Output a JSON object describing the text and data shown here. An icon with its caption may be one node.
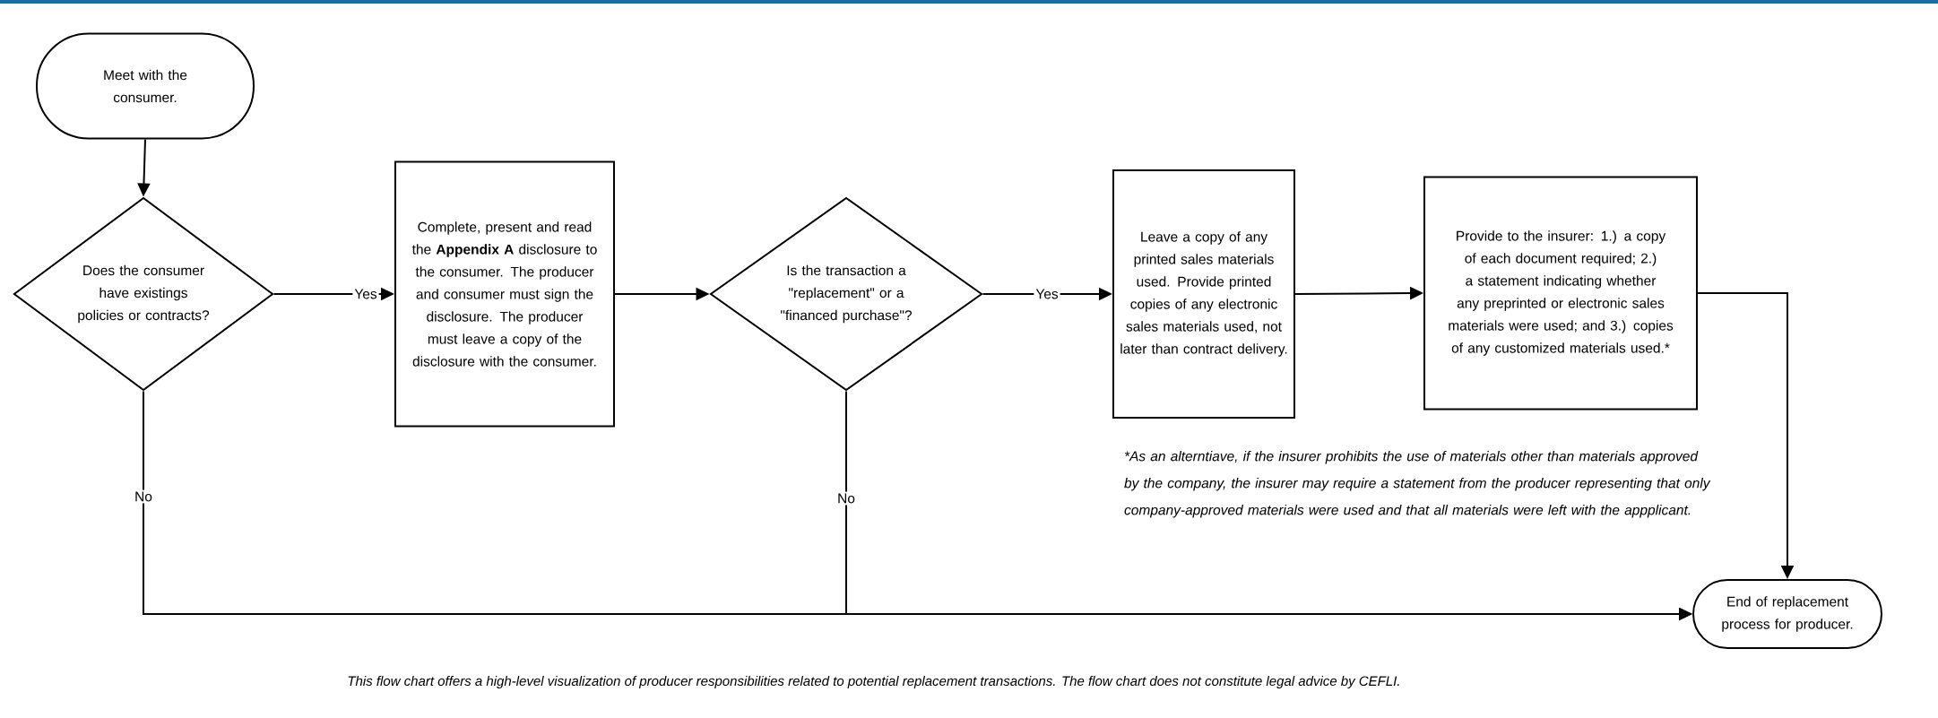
{
  "diagram": {
    "caption": "This flow chart offers a high-level visualization of producer responsibilities related to potential replacement transactions. The flow chart does not constitute legal advice by CEFLI.",
    "nodes": [
      {
        "text": [
          "Meet with the consumer."
        ]
      },
      {
        "text": [
          "Does the consumer have existings policies or contracts?"
        ]
      },
      {
        "text": [
          "Complete, present and read the **Appendix A** disclosure to the consumer. The producer and consumer must sign the disclosure. The producer must leave a copy of the disclosure with the consumer."
        ]
      },
      {
        "text": [
          "Is the transaction a \"replacement\" or a \"financed purchase\"?"
        ]
      },
      {
        "text": [
          "Leave a copy of any printed sales materials used. Provide printed copies of any electronic sales materials used, not later than contract delivery."
        ]
      },
      {
        "text": [
          "Provide to the insurer: 1.) a copy of each document required; 2.) a statement indicating whether any preprinted or electronic sales materials were used; and 3.) copies of any customized materials used.*"
        ]
      },
      {
        "text": [
          "End of replacement process for producer."
        ]
      }
    ],
    "edges": [
      {
        "from": 0,
        "to": 1,
        "arrow": "to"
      },
      {
        "from": 1,
        "to": 2,
        "arrow": "to",
        "label": "Yes"
      },
      {
        "from": 2,
        "to": 3,
        "arrow": "to"
      },
      {
        "from": 3,
        "to": 4,
        "arrow": "to",
        "label": "Yes"
      },
      {
        "from": 4,
        "to": 5,
        "arrow": "to"
      },
      {
        "from": 5,
        "to": 6,
        "arrow": "to"
      },
      {
        "from": 1,
        "to": 6,
        "arrow": "to",
        "label": "No"
      },
      {
        "from": 3,
        "to": 6,
        "arrow": "to",
        "label": "No"
      }
    ],
    "labels": [
      "*As an alterntiave, if the insurer prohibits the use of materials other than materials approved by the company, the insurer may require a statement from the producer representing that only company-approved materials were used and that all materials were left with the appplicant."
    ]
  }
}
